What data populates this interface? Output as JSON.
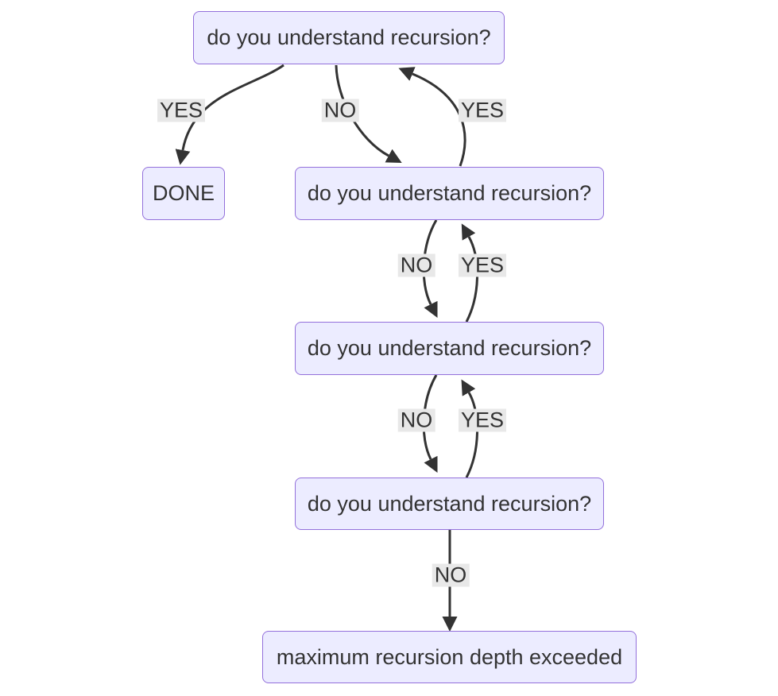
{
  "diagram": {
    "type": "flowchart",
    "direction": "top-down",
    "colors": {
      "node_fill": "#ECECFF",
      "node_border": "#9370DB",
      "edge": "#333333",
      "text": "#333333",
      "edge_label_background": "#e8e8e8",
      "background": "#ffffff"
    },
    "nodes": [
      {
        "id": "A",
        "label": "do you understand recursion?"
      },
      {
        "id": "DONE",
        "label": "DONE"
      },
      {
        "id": "B",
        "label": "do you understand recursion?"
      },
      {
        "id": "C",
        "label": "do you understand recursion?"
      },
      {
        "id": "D",
        "label": "do you understand recursion?"
      },
      {
        "id": "E",
        "label": "maximum recursion depth exceeded"
      }
    ],
    "edges": [
      {
        "from": "A",
        "to": "DONE",
        "label": "YES"
      },
      {
        "from": "A",
        "to": "B",
        "label": "NO"
      },
      {
        "from": "B",
        "to": "A",
        "label": "YES"
      },
      {
        "from": "B",
        "to": "C",
        "label": "NO"
      },
      {
        "from": "C",
        "to": "B",
        "label": "YES"
      },
      {
        "from": "C",
        "to": "D",
        "label": "NO"
      },
      {
        "from": "D",
        "to": "C",
        "label": "YES"
      },
      {
        "from": "D",
        "to": "E",
        "label": "NO"
      }
    ]
  }
}
